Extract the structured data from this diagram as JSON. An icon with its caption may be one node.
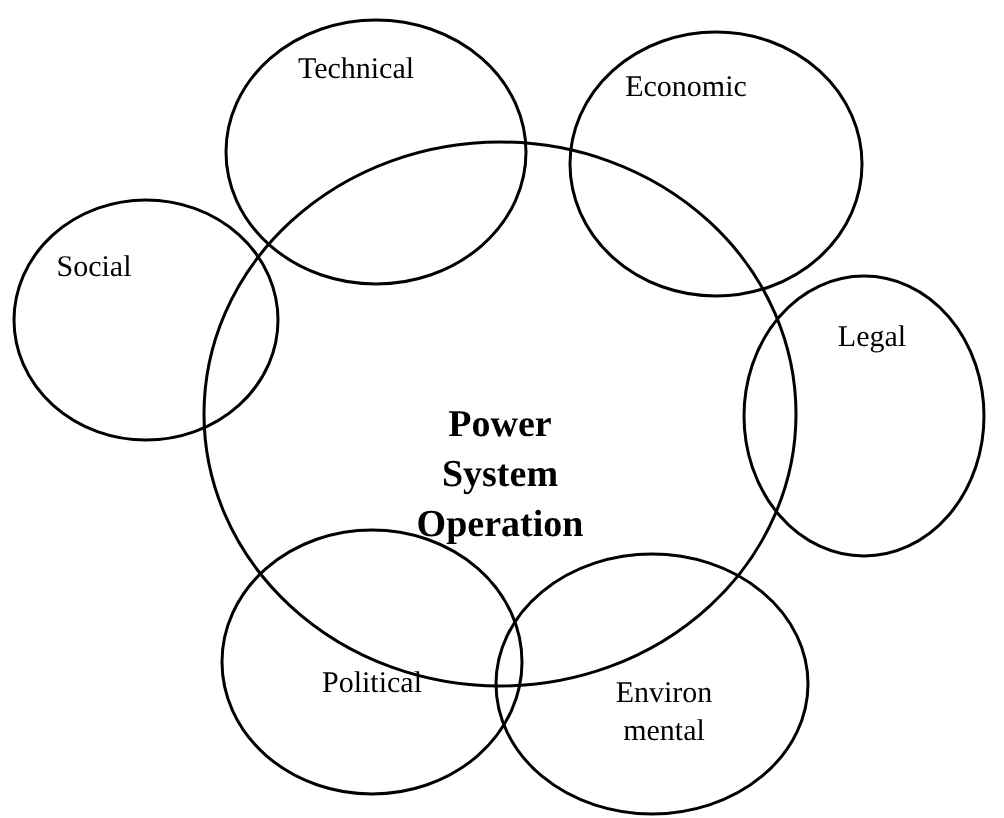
{
  "diagram": {
    "nodes": [
      {
        "text": [
          "Power System Operation"
        ]
      },
      {
        "text": [
          "Technical"
        ]
      },
      {
        "text": [
          "Economic"
        ]
      },
      {
        "text": [
          "Social"
        ]
      },
      {
        "text": [
          "Legal"
        ]
      },
      {
        "text": [
          "Political"
        ]
      },
      {
        "text": [
          "Environ mental"
        ]
      }
    ]
  }
}
